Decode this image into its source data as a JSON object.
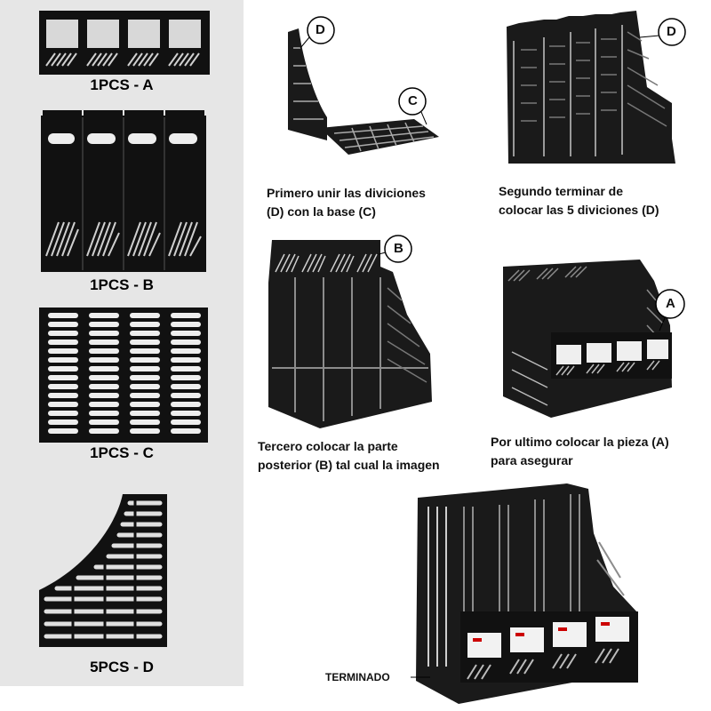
{
  "parts": {
    "a": {
      "label": "1PCS - A"
    },
    "b": {
      "label": "1PCS - B"
    },
    "c": {
      "label": "1PCS - C"
    },
    "d": {
      "label": "5PCS - D"
    }
  },
  "steps": [
    {
      "caption_line1": "Primero unir las diviciones",
      "caption_line2": "(D) con la base (C)",
      "callouts": [
        "D",
        "C"
      ]
    },
    {
      "caption_line1": "Segundo terminar de",
      "caption_line2": "colocar las 5 diviciones (D)",
      "callouts": [
        "D"
      ]
    },
    {
      "caption_line1": "Tercero colocar la parte",
      "caption_line2": "posterior (B) tal cual la imagen",
      "callouts": [
        "B"
      ]
    },
    {
      "caption_line1": "Por ultimo colocar la pieza (A)",
      "caption_line2": "para asegurar",
      "callouts": [
        "A"
      ]
    }
  ],
  "finished": {
    "label": "TERMINADO"
  },
  "colors": {
    "plastic": "#1a1a1a",
    "panel_bg": "#e6e6e6",
    "text": "#000000"
  }
}
